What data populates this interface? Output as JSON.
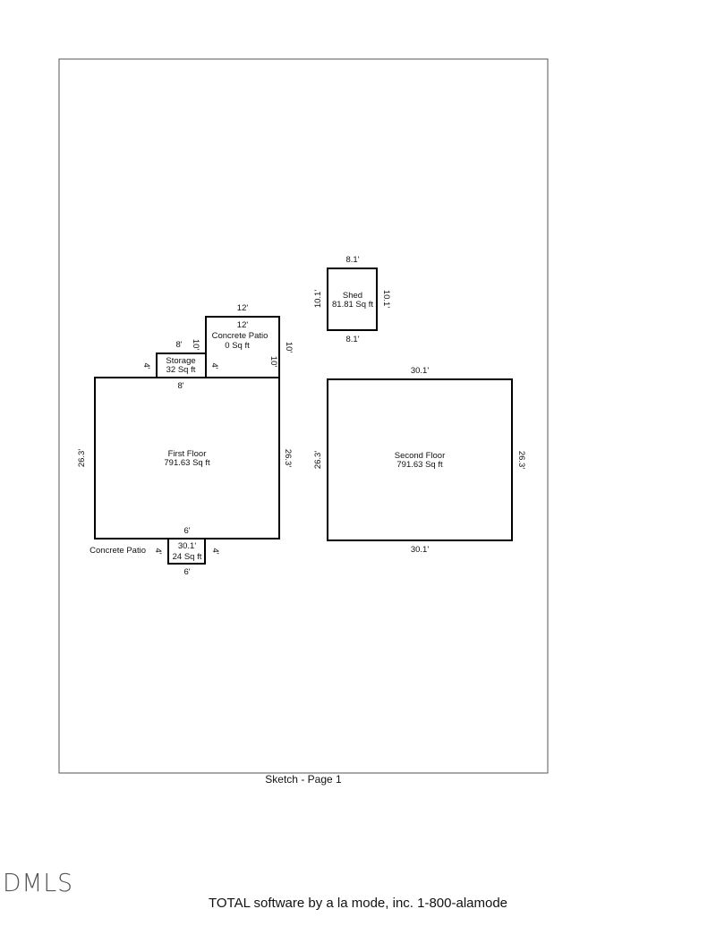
{
  "sketch": {
    "page_label": "Sketch - Page 1",
    "rooms": [
      {
        "id": "first-floor",
        "name": "First Floor",
        "area": "791.63 Sq ft",
        "dims": {
          "top": "8'",
          "left": "26.3'",
          "right": "26.3'",
          "bottom": "6'"
        }
      },
      {
        "id": "storage",
        "name": "Storage",
        "area": "32 Sq ft",
        "dims": {
          "top": "8'",
          "left": "4'",
          "right": "10'"
        }
      },
      {
        "id": "concrete-patio-top",
        "name": "Concrete Patio",
        "area": "0 Sq ft",
        "dims": {
          "top_outer": "12'",
          "top_inner": "12'",
          "left": "4'",
          "right_inner": "10'",
          "right_outer": "10'"
        }
      },
      {
        "id": "concrete-patio-bottom",
        "name": "Concrete Patio",
        "area": "24 Sq ft",
        "dims": {
          "top": "30.1'",
          "bottom": "6'",
          "left": "4'",
          "right": "4'"
        }
      },
      {
        "id": "shed",
        "name": "Shed",
        "area": "81.81 Sq ft",
        "dims": {
          "top": "8.1'",
          "bottom": "8.1'",
          "left": "10.1'",
          "right": "10.1'"
        }
      },
      {
        "id": "second-floor",
        "name": "Second Floor",
        "area": "791.63 Sq ft",
        "dims": {
          "top": "30.1'",
          "bottom": "30.1'",
          "left": "26.3'",
          "right": "26.3'"
        }
      }
    ]
  },
  "footer": {
    "text": "TOTAL software by a la mode, inc.  1-800-alamode"
  },
  "logo": {
    "text": "DMLS"
  }
}
